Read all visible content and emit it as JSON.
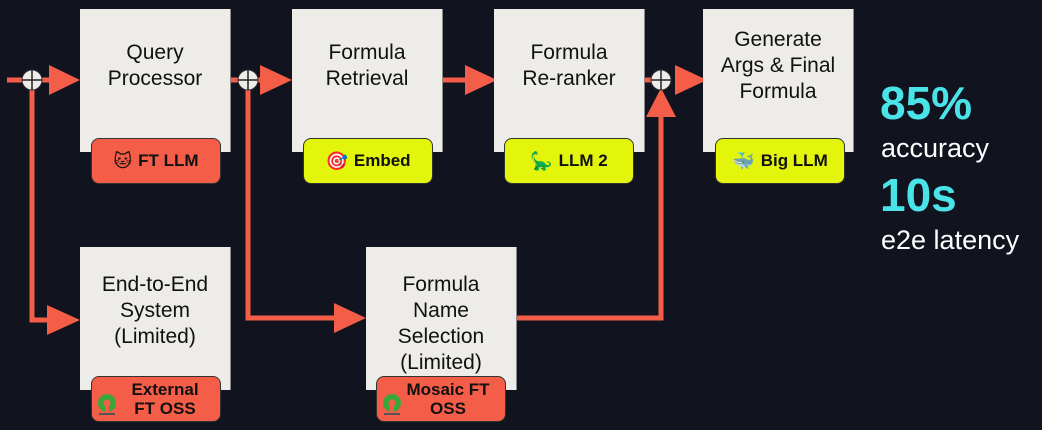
{
  "colors": {
    "background": "#11131f",
    "wire": "#f45d48",
    "box": "#eeece9",
    "badge_red": "#f45d48",
    "badge_yellow": "#e3f50a",
    "metric": "#49e3e8"
  },
  "nodes": [
    {
      "id": "query-processor",
      "label": "Query\nProcessor",
      "badge": {
        "icon": "cat-face-icon",
        "emoji": "🐱",
        "text": "FT LLM",
        "color": "red"
      }
    },
    {
      "id": "formula-retrieval",
      "label": "Formula\nRetrieval",
      "badge": {
        "icon": "target-icon",
        "emoji": "🎯",
        "text": "Embed",
        "color": "yellow"
      }
    },
    {
      "id": "formula-reranker",
      "label": "Formula\nRe-ranker",
      "badge": {
        "icon": "dinosaur-icon",
        "emoji": "🦕",
        "text": "LLM 2",
        "color": "yellow"
      }
    },
    {
      "id": "generate-args",
      "label": "Generate\nArgs & Final\nFormula",
      "badge": {
        "icon": "whale-icon",
        "emoji": "🐳",
        "text": "Big LLM",
        "color": "yellow"
      }
    },
    {
      "id": "end-to-end",
      "label": "End-to-End\nSystem\n(Limited)",
      "badge": {
        "icon": "open-source-icon",
        "line1": "External",
        "line2": "FT OSS",
        "color": "red"
      }
    },
    {
      "id": "formula-name-selection",
      "label": "Formula\nName\nSelection\n(Limited)",
      "badge": {
        "icon": "open-source-icon",
        "line1": "Mosaic FT",
        "line2": "OSS",
        "color": "red"
      }
    }
  ],
  "metrics": [
    {
      "value": "85%",
      "label": "accuracy"
    },
    {
      "value": "10s",
      "label": "e2e latency"
    }
  ]
}
